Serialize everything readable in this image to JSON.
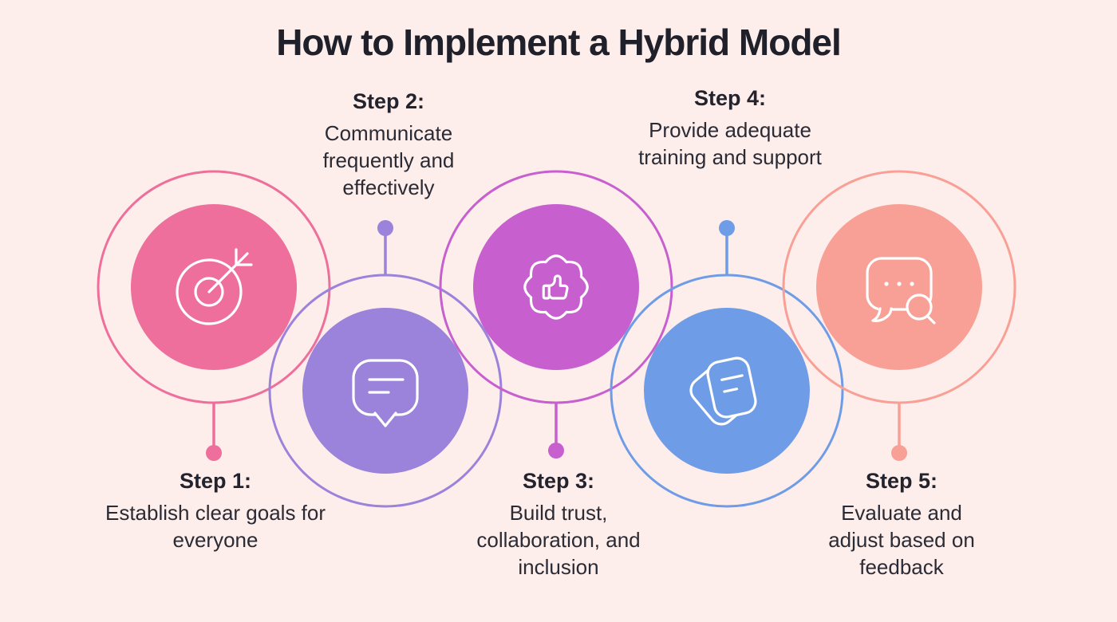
{
  "title": "How to Implement a Hybrid Model",
  "background_color": "#fdeeec",
  "text_color": "#2b2b35",
  "icon_stroke_color": "#ffffff",
  "steps": [
    {
      "label": "Step 1:",
      "description": "Establish clear goals for everyone",
      "color": "#ee6f9b",
      "icon": "target-arrow-icon",
      "layout": "circle-top-text-bottom"
    },
    {
      "label": "Step 2:",
      "description": "Communicate frequently and effectively",
      "color": "#9b82da",
      "icon": "chat-bubble-icon",
      "layout": "circle-bottom-text-top"
    },
    {
      "label": "Step 3:",
      "description": "Build trust, collaboration, and inclusion",
      "color": "#c75fce",
      "icon": "badge-thumbs-up-icon",
      "layout": "circle-top-text-bottom"
    },
    {
      "label": "Step 4:",
      "description": "Provide adequate training and support",
      "color": "#6f9ce6",
      "icon": "stacked-cards-icon",
      "layout": "circle-bottom-text-top"
    },
    {
      "label": "Step 5:",
      "description": "Evaluate and adjust based on feedback",
      "color": "#f9a096",
      "icon": "chat-search-icon",
      "layout": "circle-top-text-bottom"
    }
  ]
}
